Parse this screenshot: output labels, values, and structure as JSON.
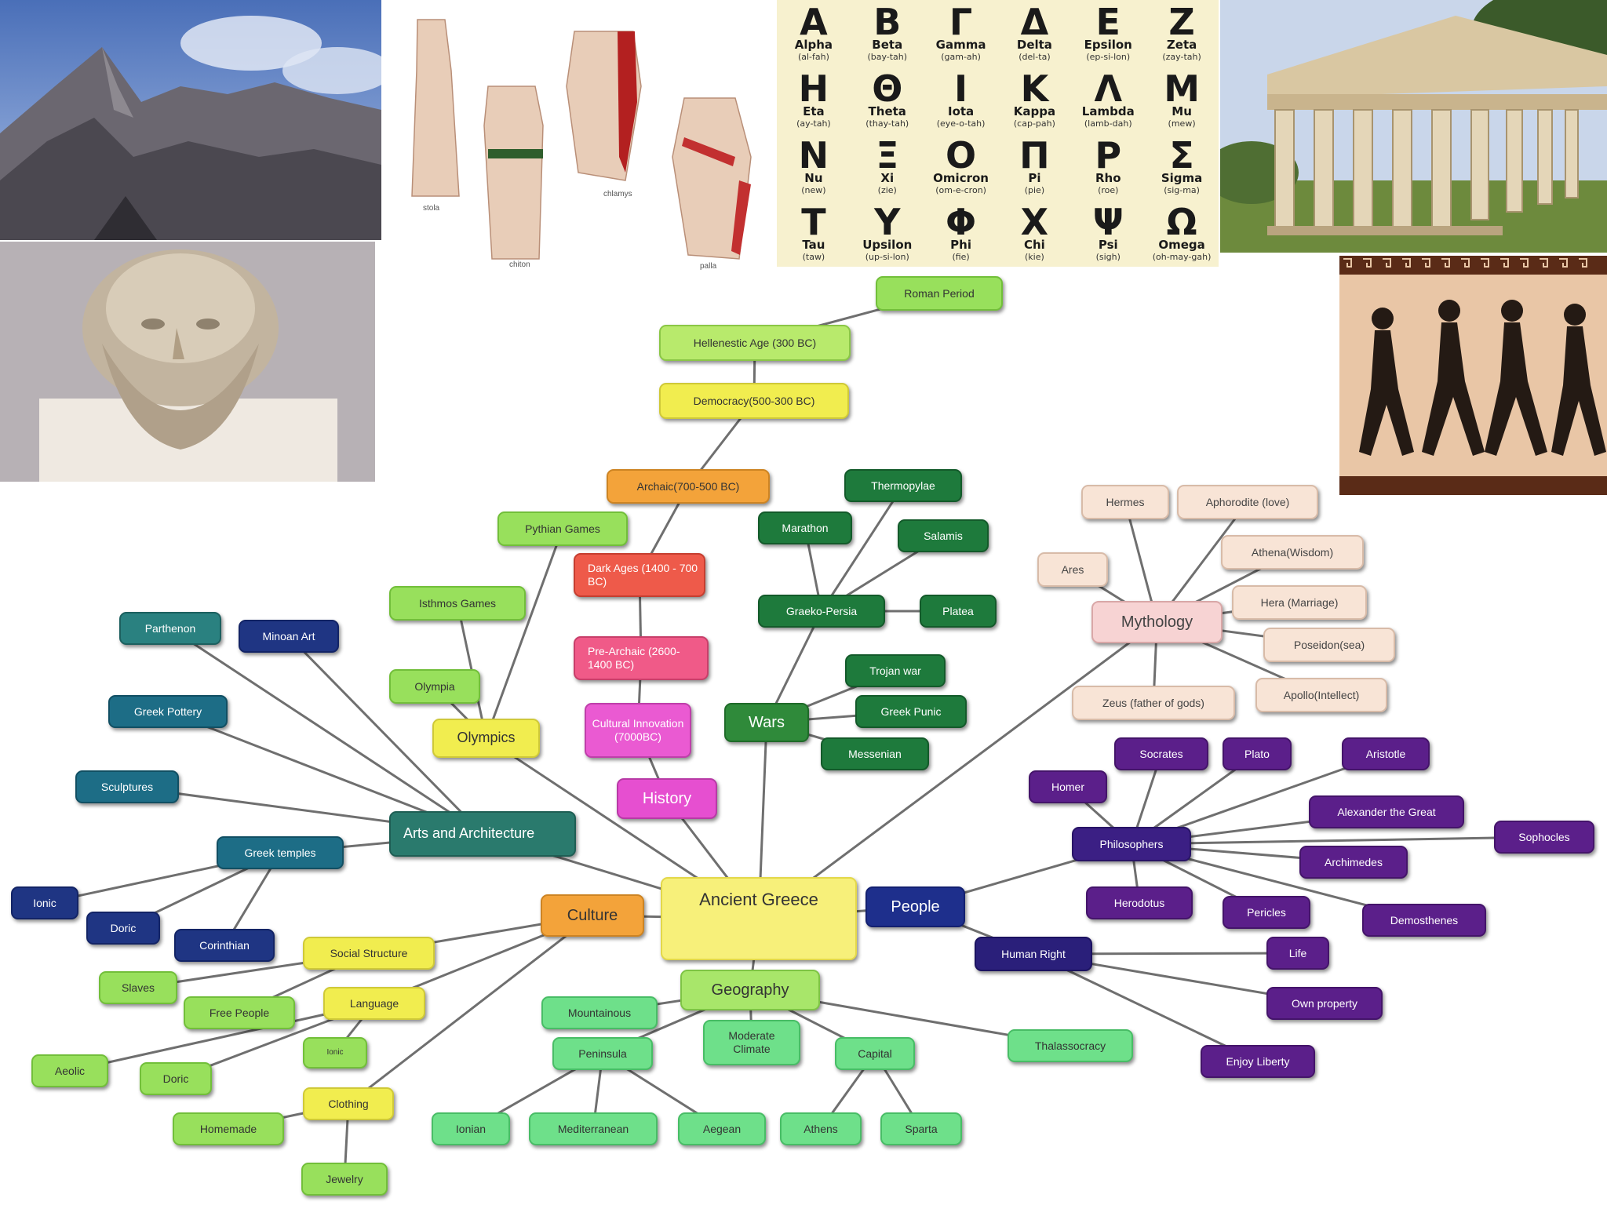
{
  "central": "Ancient Greece",
  "branches": {
    "history": "History",
    "wars": "Wars",
    "mythology": "Mythology",
    "people": "People",
    "geography": "Geography",
    "culture": "Culture",
    "arts": "Arts and Architecture",
    "olympics": "Olympics"
  },
  "history_items": {
    "roman": "Roman Period",
    "hellenistic": "Hellenestic Age (300 BC)",
    "democracy": "Democracy(500-300 BC)",
    "archaic": "Archaic(700-500 BC)",
    "dark_ages": "Dark Ages (1400 - 700 BC)",
    "pre_archaic": "Pre-Archaic (2600-1400 BC)",
    "cultural": "Cultural Innovation (7000BC)"
  },
  "wars_items": {
    "thermopylae": "Thermopylae",
    "marathon": "Marathon",
    "salamis": "Salamis",
    "graeko": "Graeko-Persia",
    "platea": "Platea",
    "trojan": "Trojan war",
    "punic": "Greek Punic",
    "messenian": "Messenian"
  },
  "olympics_items": {
    "pythian": "Pythian Games",
    "isthmos": "Isthmos Games",
    "olympia": "Olympia"
  },
  "mythology_items": {
    "hermes": "Hermes",
    "aphrodite": "Aphorodite (love)",
    "athena": "Athena(Wisdom)",
    "ares": "Ares",
    "hera": "Hera (Marriage)",
    "poseidon": "Poseidon(sea)",
    "apollo": "Apollo(Intellect)",
    "zeus": "Zeus (father of gods)"
  },
  "people_items": {
    "philosophers": "Philosophers",
    "human_right": "Human Right",
    "homer": "Homer",
    "socrates": "Socrates",
    "plato": "Plato",
    "aristotle": "Aristotle",
    "alexander": "Alexander the Great",
    "sophocles": "Sophocles",
    "archimedes": "Archimedes",
    "herodotus": "Herodotus",
    "pericles": "Pericles",
    "demosthenes": "Demosthenes",
    "life": "Life",
    "own_property": "Own property",
    "enjoy_liberty": "Enjoy Liberty"
  },
  "arts_items": {
    "parthenon": "Parthenon",
    "minoan": "Minoan Art",
    "pottery": "Greek Pottery",
    "sculptures": "Sculptures",
    "temples": "Greek temples",
    "ionic": "Ionic",
    "doric": "Doric",
    "corinthian": "Corinthian"
  },
  "culture_items": {
    "social": "Social Structure",
    "slaves": "Slaves",
    "free_people": "Free People",
    "language": "Language",
    "aeolic": "Aeolic",
    "doric": "Doric",
    "ionic": "Ionic",
    "clothing": "Clothing",
    "homemade": "Homemade",
    "jewelry": "Jewelry"
  },
  "geography_items": {
    "mountainous": "Mountainous",
    "peninsula": "Peninsula",
    "moderate": "Moderate Climate",
    "capital": "Capital",
    "thalassocracy": "Thalassocracy",
    "ionian": "Ionian",
    "mediterranean": "Mediterranean",
    "aegean": "Aegean",
    "athens": "Athens",
    "sparta": "Sparta"
  },
  "clothing_photo_labels": {
    "stola": "stola",
    "chiton": "chiton",
    "chlamys": "chlamys",
    "palla": "palla"
  },
  "alphabet": [
    {
      "letter": "Α",
      "name": "Alpha",
      "pron": "(al-fah)"
    },
    {
      "letter": "Β",
      "name": "Beta",
      "pron": "(bay-tah)"
    },
    {
      "letter": "Γ",
      "name": "Gamma",
      "pron": "(gam-ah)"
    },
    {
      "letter": "Δ",
      "name": "Delta",
      "pron": "(del-ta)"
    },
    {
      "letter": "Ε",
      "name": "Epsilon",
      "pron": "(ep-si-lon)"
    },
    {
      "letter": "Ζ",
      "name": "Zeta",
      "pron": "(zay-tah)"
    },
    {
      "letter": "Η",
      "name": "Eta",
      "pron": "(ay-tah)"
    },
    {
      "letter": "Θ",
      "name": "Theta",
      "pron": "(thay-tah)"
    },
    {
      "letter": "Ι",
      "name": "Iota",
      "pron": "(eye-o-tah)"
    },
    {
      "letter": "Κ",
      "name": "Kappa",
      "pron": "(cap-pah)"
    },
    {
      "letter": "Λ",
      "name": "Lambda",
      "pron": "(lamb-dah)"
    },
    {
      "letter": "Μ",
      "name": "Mu",
      "pron": "(mew)"
    },
    {
      "letter": "Ν",
      "name": "Nu",
      "pron": "(new)"
    },
    {
      "letter": "Ξ",
      "name": "Xi",
      "pron": "(zie)"
    },
    {
      "letter": "Ο",
      "name": "Omicron",
      "pron": "(om-e-cron)"
    },
    {
      "letter": "Π",
      "name": "Pi",
      "pron": "(pie)"
    },
    {
      "letter": "Ρ",
      "name": "Rho",
      "pron": "(roe)"
    },
    {
      "letter": "Σ",
      "name": "Sigma",
      "pron": "(sig-ma)"
    },
    {
      "letter": "Τ",
      "name": "Tau",
      "pron": "(taw)"
    },
    {
      "letter": "Υ",
      "name": "Upsilon",
      "pron": "(up-si-lon)"
    },
    {
      "letter": "Φ",
      "name": "Phi",
      "pron": "(fie)"
    },
    {
      "letter": "Χ",
      "name": "Chi",
      "pron": "(kie)"
    },
    {
      "letter": "Ψ",
      "name": "Psi",
      "pron": "(sigh)"
    },
    {
      "letter": "Ω",
      "name": "Omega",
      "pron": "(oh-may-gah)"
    }
  ],
  "colors": {
    "central": "#f7f07a",
    "history_pink": "#e64fd0",
    "wars_green": "#2f8a3a",
    "dark_green": "#1e7a3c",
    "myth_pink": "#f7d3d3",
    "myth_peach": "#f8e4d6",
    "people_navy": "#1e2f8c",
    "purple": "#5b1f8a",
    "teal": "#2a8180",
    "blue_teal": "#1d6d86",
    "navy": "#1f3583",
    "lime": "#98e05c",
    "yellow": "#f1ed4f",
    "orange": "#f3a33a",
    "red": "#ee5a4a",
    "pink_red": "#f05a88",
    "mint": "#6ee08a"
  }
}
